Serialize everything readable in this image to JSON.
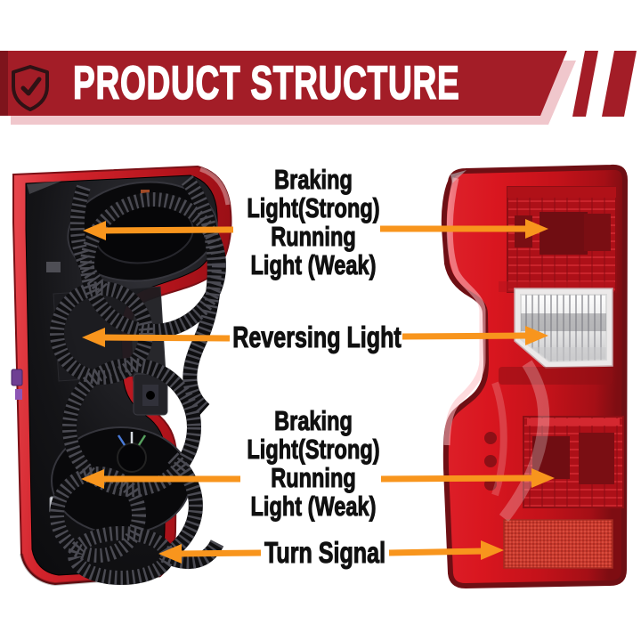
{
  "header": {
    "title": "PRODUCT STRUCTURE",
    "icon": "shield-check-icon",
    "colors": {
      "banner_red": "#A31D27",
      "banner_left_edge": "#7E141C",
      "shadow_pink": "#F0C7CC",
      "stripe_red": "#A31D27",
      "title_text": "#FFFFFF",
      "shield_outline": "#2E1215"
    }
  },
  "annotations": {
    "arrow_color": "#F8951D",
    "label_text_color": "#101010",
    "labels": [
      {
        "id": "braking-running-top",
        "lines": [
          "Braking",
          "Light(Strong)",
          "Running",
          "Light (Weak)"
        ]
      },
      {
        "id": "reversing-light",
        "lines": [
          "Reversing Light"
        ]
      },
      {
        "id": "braking-running-bottom",
        "lines": [
          "Braking",
          "Light(Strong)",
          "Running",
          "Light (Weak)"
        ]
      },
      {
        "id": "turn-signal",
        "lines": [
          "Turn Signal"
        ]
      }
    ]
  },
  "photos": {
    "left": {
      "name": "tail-light-back-view",
      "shell_red": "#C9252C",
      "housing_black": "#141417"
    },
    "right": {
      "name": "tail-light-front-view",
      "lens_red": "#D5151E",
      "reverse_lens_white": "#F2F2F2",
      "reflector_red": "#C8392D",
      "border_maroon": "#6E0F14"
    }
  }
}
